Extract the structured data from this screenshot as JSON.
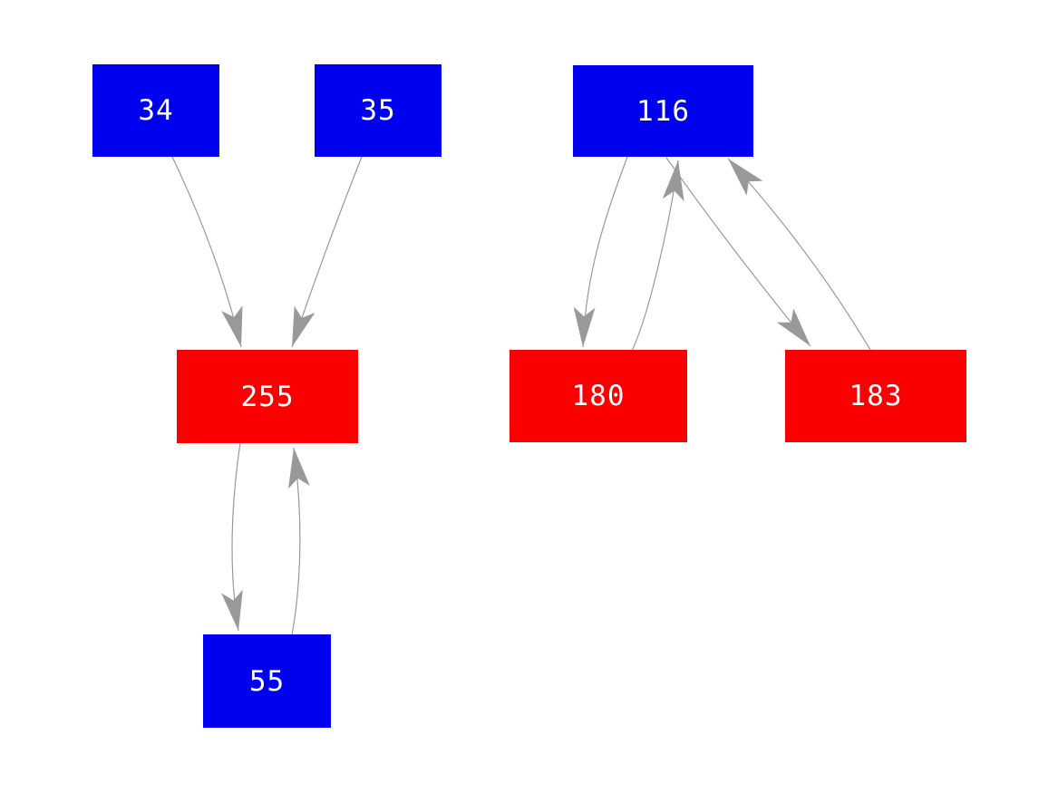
{
  "diagram": {
    "type": "directed-graph",
    "background_color": "#ffffff",
    "edge_color": "#999999",
    "node_text_color": "#ffffff",
    "node_colors": {
      "blue": "#0000f0",
      "red": "#fa0000"
    },
    "nodes": [
      {
        "id": "34",
        "label": "34",
        "color_name": "blue",
        "color": "#0000f0"
      },
      {
        "id": "35",
        "label": "35",
        "color_name": "blue",
        "color": "#0000f0"
      },
      {
        "id": "116",
        "label": "116",
        "color_name": "blue",
        "color": "#0000f0"
      },
      {
        "id": "255",
        "label": "255",
        "color_name": "red",
        "color": "#fa0000"
      },
      {
        "id": "180",
        "label": "180",
        "color_name": "red",
        "color": "#fa0000"
      },
      {
        "id": "183",
        "label": "183",
        "color_name": "red",
        "color": "#fa0000"
      },
      {
        "id": "55",
        "label": "55",
        "color_name": "blue",
        "color": "#0000f0"
      }
    ],
    "edges": [
      {
        "from": "34",
        "to": "255"
      },
      {
        "from": "35",
        "to": "255"
      },
      {
        "from": "255",
        "to": "55"
      },
      {
        "from": "55",
        "to": "255"
      },
      {
        "from": "116",
        "to": "180"
      },
      {
        "from": "180",
        "to": "116"
      },
      {
        "from": "116",
        "to": "183"
      },
      {
        "from": "183",
        "to": "116"
      }
    ]
  }
}
